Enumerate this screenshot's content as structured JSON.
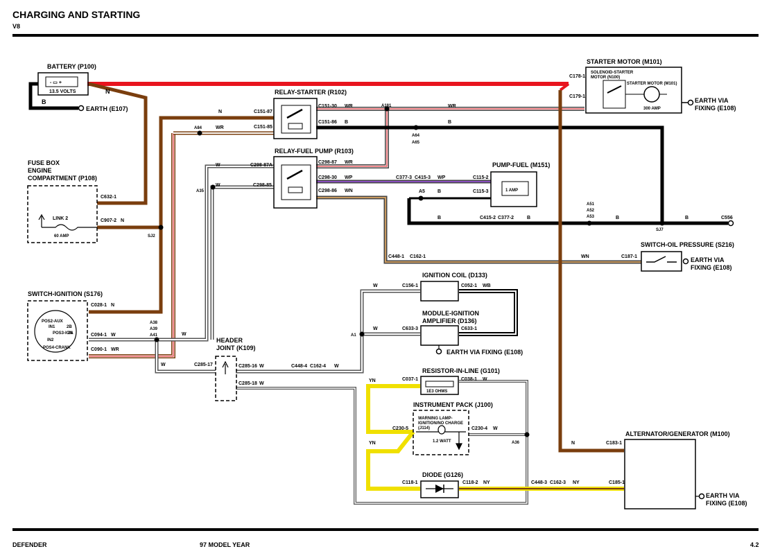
{
  "header": {
    "title": "CHARGING AND STARTING",
    "subtitle": "V8"
  },
  "footer": {
    "left": "DEFENDER",
    "center": "97 MODEL YEAR",
    "right": "4.2"
  },
  "wire_colors": {
    "N": "#7a3e0e",
    "R": "#e8141e",
    "B": "#000000",
    "W": "#ffffff",
    "P": "#8a4fbf",
    "Y": "#f0e000"
  },
  "components": {
    "battery": {
      "title": "BATTERY (P100)",
      "voltage": "13.5 VOLTS",
      "symbol": "- ▭ +"
    },
    "earth_e107": "EARTH (E107)",
    "relay_starter": "RELAY-STARTER (R102)",
    "relay_fuel_pump": "RELAY-FUEL PUMP (R103)",
    "starter_motor": {
      "title": "STARTER MOTOR (M101)",
      "solenoid": [
        "SOLENOID-STARTER",
        "MOTOR (N100)"
      ],
      "motor": "STARTER MOTOR (M101)",
      "rating": "300 AMP",
      "earth": [
        "EARTH VIA",
        "FIXING (E108)"
      ]
    },
    "fuse_box": {
      "title": [
        "FUSE BOX",
        "ENGINE",
        "COMPARTMENT (P108)"
      ],
      "link": "LINK 2",
      "rating": "60 AMP"
    },
    "pump_fuel": {
      "title": "PUMP-FUEL (M151)",
      "rating": "1 AMP"
    },
    "switch_oil": {
      "title": "SWITCH-OIL PRESSURE (S216)",
      "earth": [
        "EARTH VIA",
        "FIXING (E108)"
      ]
    },
    "switch_ignition": {
      "title": "SWITCH-IGNITION (S176)",
      "positions": [
        "POS2-AUX",
        "IN1",
        "POS3-IGN",
        "IN2",
        "POS4-CRANK"
      ],
      "pins": [
        "2B",
        "2A"
      ]
    },
    "ignition_coil": "IGNITION COIL (D133)",
    "module_ignition": {
      "title": [
        "MODULE-IGNITION",
        "AMPLIFIER (D136)"
      ],
      "earth": "EARTH VIA FIXING (E108)"
    },
    "header_joint": [
      "HEADER",
      "JOINT (K109)"
    ],
    "resistor": {
      "title": "RESISTOR-IN-LINE (G101)",
      "value": "1E3 OHMS"
    },
    "instrument_pack": {
      "title": "INSTRUMENT PACK (J100)",
      "lamp": [
        "WARNING LAMP-",
        "IGNITION/NO CHARGE",
        "(J114)"
      ],
      "rating": "1.2 WATT"
    },
    "diode": "DIODE (G126)",
    "alternator": {
      "title": "ALTERNATOR/GENERATOR (M100)",
      "earth": [
        "EARTH VIA",
        "FIXING (E108)"
      ]
    }
  },
  "connectors": {
    "c178_1": "C178-1",
    "c179_1": "C179-1",
    "c151_87": "C151-87",
    "c151_85": "C151-85",
    "c151_30": "C151-30",
    "c151_86": "C151-86",
    "c298_87a": "C298-87A",
    "c298_85": "C298-85",
    "c298_87": "C298-87",
    "c298_30": "C298-30",
    "c298_86": "C298-86",
    "c377_3": "C377-3",
    "c415_3": "C415-3",
    "c115_2": "C115-2",
    "c115_3": "C115-3",
    "c415_2": "C415-2",
    "c377_2": "C377-2",
    "c556": "C556",
    "c632_1": "C632-1",
    "c907_2": "C907-2",
    "c448_1": "C448-1",
    "c162_1": "C162-1",
    "c187_1": "C187-1",
    "c028_1": "C028-1",
    "c094_1": "C094-1",
    "c090_1": "C090-1",
    "c156_1": "C156-1",
    "c052_1": "C052-1",
    "c633_3": "C633-3",
    "c633_1": "C633-1",
    "c285_17": "C285-17",
    "c285_16": "C285-16",
    "c285_18": "C285-18",
    "c448_4": "C448-4",
    "c162_4": "C162-4",
    "c037_1": "C037-1",
    "c038_1": "C038-1",
    "c230_5": "C230-5",
    "c230_4": "C230-4",
    "c118_1": "C118-1",
    "c118_2": "C118-2",
    "c448_3": "C448-3",
    "c162_3": "C162-3",
    "c183_1": "C183-1",
    "c185_1": "C185-1"
  },
  "splices": {
    "a181": "A181",
    "a64": "A64",
    "a65": "A65",
    "a84": "A84",
    "a35": "A35",
    "a5": "A5",
    "a51": "A51",
    "a52": "A52",
    "a53": "A53",
    "sj7": "SJ7",
    "sj2": "SJ2",
    "a38": "A38",
    "a39": "A39",
    "a41": "A41",
    "a1": "A1",
    "a36": "A36"
  },
  "wire_labels": {
    "N": "N",
    "B": "B",
    "W": "W",
    "WR": "WR",
    "WP": "WP",
    "WN": "WN",
    "WB": "WB",
    "YN": "YN",
    "NY": "NY"
  }
}
